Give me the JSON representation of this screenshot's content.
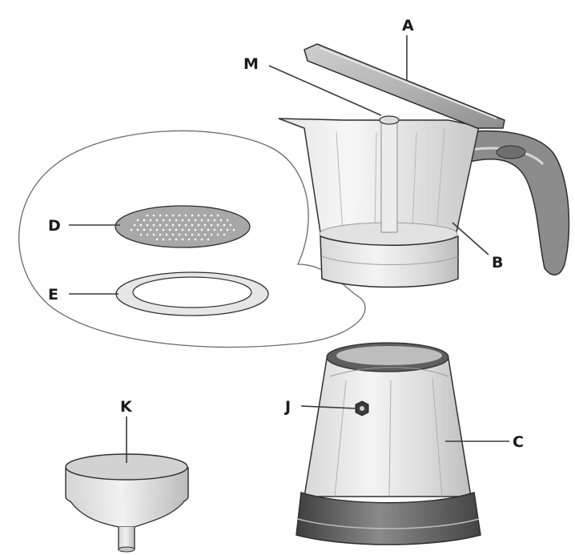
{
  "labels": {
    "lid": "A",
    "upper_jug": "B",
    "lower_boiler": "C",
    "filter_plate": "D",
    "gasket": "E",
    "safety_valve": "J",
    "funnel": "K",
    "spout_column": "M"
  },
  "colors": {
    "outline": "#2e2e2e",
    "metal_light": "#f0f0f0",
    "metal_mid": "#d6d6d6",
    "metal_dark": "#9a9a9a",
    "base_dark": "#555555",
    "handle": "#8c8c8c"
  }
}
